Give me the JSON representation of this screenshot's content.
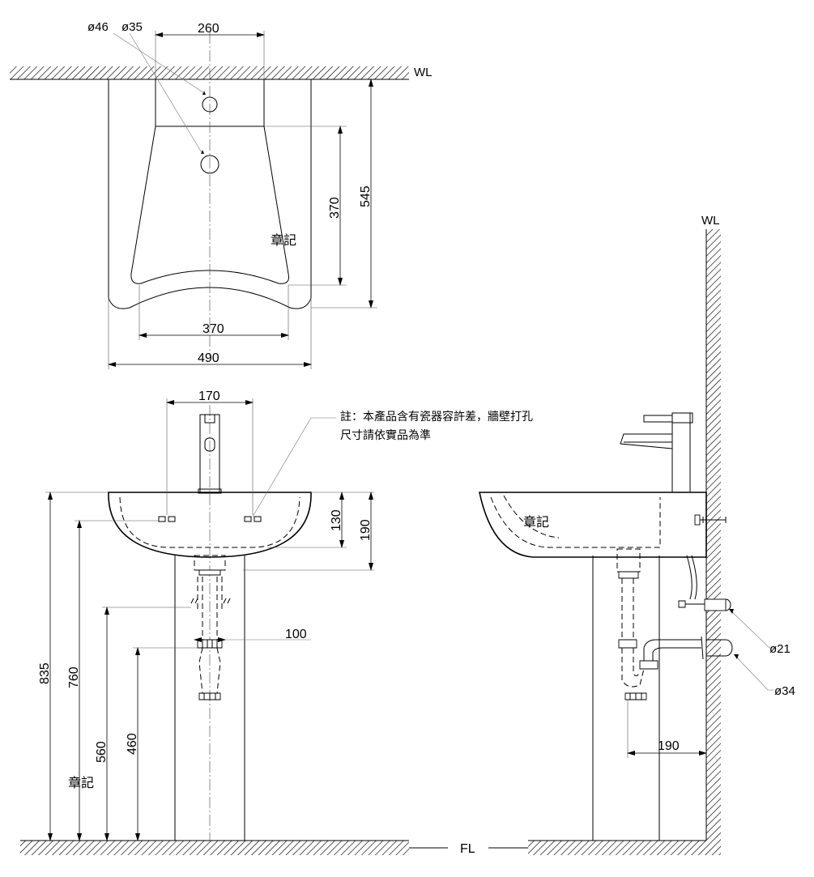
{
  "labels": {
    "wall_top": "WL",
    "wall_side": "WL",
    "floor": "FL",
    "dia_46": "ø46",
    "dia_35": "ø35",
    "dia_21": "ø21",
    "dia_34": "ø34",
    "mark_plan": "章記",
    "mark_side": "章記",
    "mark_front": "章記",
    "note_line1": "註：本產品含有瓷器容許差，牆壁打孔",
    "note_line2": "尺寸請依實品為準"
  },
  "dimensions": {
    "plan_top_width": "260",
    "plan_depth_370": "370",
    "plan_depth_545": "545",
    "plan_front_370": "370",
    "plan_width_490": "490",
    "front_170": "170",
    "front_130": "130",
    "front_190": "190",
    "front_100": "100",
    "front_835": "835",
    "front_760": "760",
    "front_560": "560",
    "front_460": "460",
    "side_190": "190"
  }
}
